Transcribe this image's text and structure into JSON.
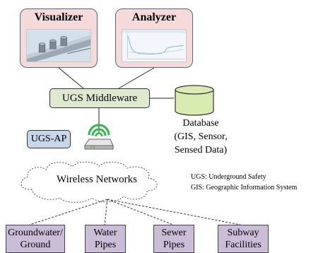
{
  "colors": {
    "panel_fill": "#f6dada",
    "middleware_fill": "#dfe9cf",
    "ap_fill": "#c8d6ea",
    "database_fill": "#d8ebb0",
    "leaf_fill": "#cbbdd7",
    "signal_green": "#2fb84a"
  },
  "top": {
    "visualizer": {
      "title": "Visualizer",
      "icon": "pipe-3d-model-icon"
    },
    "analyzer": {
      "title": "Analyzer",
      "icon": "sensor-chart-icon"
    }
  },
  "middleware": {
    "label": "UGS Middleware"
  },
  "database": {
    "label_lines": [
      "Database",
      "(GIS, Sensor,",
      "Sensed Data)"
    ],
    "icon": "database-cylinder-icon"
  },
  "ap": {
    "label": "UGS-AP",
    "icon": "wireless-router-icon"
  },
  "network": {
    "label": "Wireless Networks",
    "icon": "cloud-icon"
  },
  "legend": [
    "UGS: Underground Safety",
    "GIS: Geographic Information System"
  ],
  "leaves": [
    {
      "lines": [
        "Groundwater/",
        "Ground"
      ]
    },
    {
      "lines": [
        "Water",
        "Pipes"
      ]
    },
    {
      "lines": [
        "Sewer",
        "Pipes"
      ]
    },
    {
      "lines": [
        "Subway",
        "Facilities"
      ]
    }
  ]
}
